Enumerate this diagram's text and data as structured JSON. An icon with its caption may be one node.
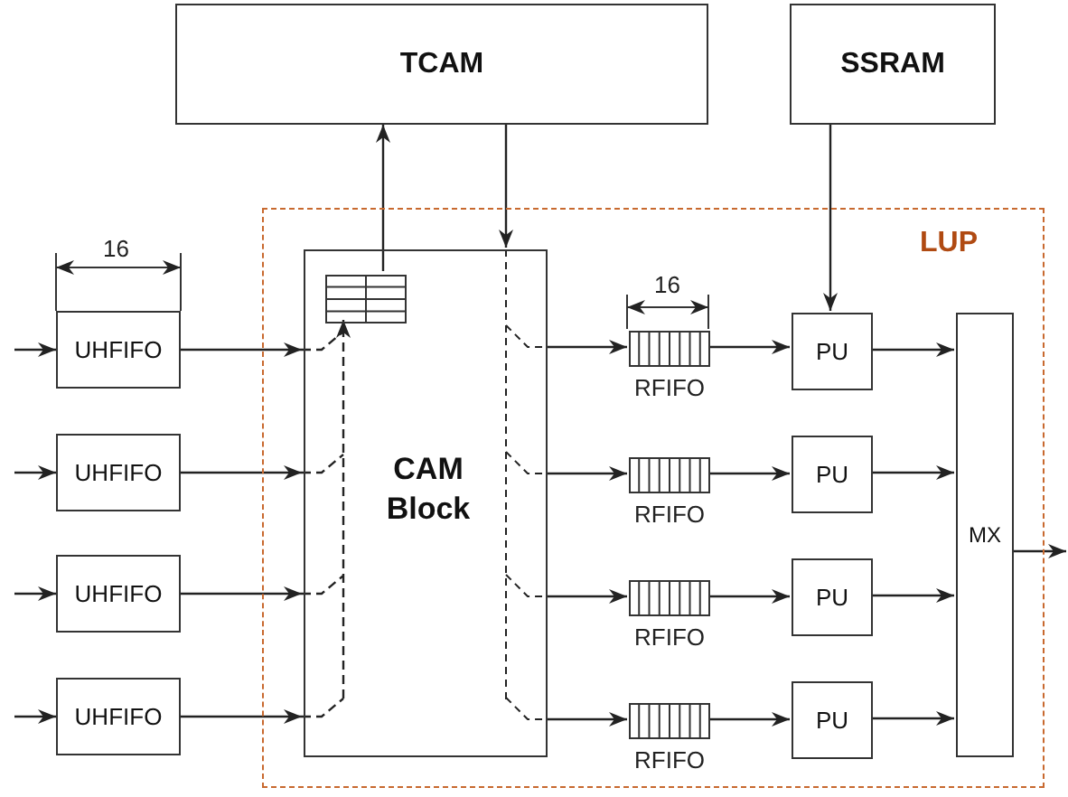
{
  "diagram": {
    "nodes": [
      {
        "text": [
          "TCAM"
        ]
      },
      {
        "text": [
          "SSRAM"
        ]
      },
      {
        "text": [
          "LUP"
        ]
      },
      {
        "text": [
          "CAM Block"
        ],
        "in": 2
      },
      {
        "text": [],
        "shape": "box",
        "in": 3
      },
      {
        "text": [
          "UHFIFO"
        ]
      },
      {
        "text": [
          "UHFIFO"
        ]
      },
      {
        "text": [
          "UHFIFO"
        ]
      },
      {
        "text": [
          "UHFIFO"
        ]
      },
      {
        "text": [
          "RFIFO"
        ],
        "in": 2
      },
      {
        "text": [
          "RFIFO"
        ],
        "in": 2
      },
      {
        "text": [
          "RFIFO"
        ],
        "in": 2
      },
      {
        "text": [
          "RFIFO"
        ],
        "in": 2
      },
      {
        "text": [
          "PU"
        ],
        "in": 2
      },
      {
        "text": [
          "PU"
        ],
        "in": 2
      },
      {
        "text": [
          "PU"
        ],
        "in": 2
      },
      {
        "text": [
          "PU"
        ],
        "in": 2
      },
      {
        "text": [
          "MX"
        ],
        "in": 2
      }
    ],
    "edges": [
      {
        "from": null,
        "to": 5,
        "arrow": "to"
      },
      {
        "from": null,
        "to": 6,
        "arrow": "to"
      },
      {
        "from": null,
        "to": 7,
        "arrow": "to"
      },
      {
        "from": null,
        "to": 8,
        "arrow": "to"
      },
      {
        "from": 5,
        "to": 3,
        "arrow": "to"
      },
      {
        "from": 6,
        "to": 3,
        "arrow": "to"
      },
      {
        "from": 7,
        "to": 3,
        "arrow": "to"
      },
      {
        "from": 8,
        "to": 3,
        "arrow": "to"
      },
      {
        "from": 3,
        "to": 9,
        "arrow": "to"
      },
      {
        "from": 3,
        "to": 10,
        "arrow": "to"
      },
      {
        "from": 3,
        "to": 11,
        "arrow": "to"
      },
      {
        "from": 3,
        "to": 12,
        "arrow": "to"
      },
      {
        "from": 9,
        "to": 13,
        "arrow": "to"
      },
      {
        "from": 10,
        "to": 14,
        "arrow": "to"
      },
      {
        "from": 11,
        "to": 15,
        "arrow": "to"
      },
      {
        "from": 12,
        "to": 16,
        "arrow": "to"
      },
      {
        "from": 13,
        "to": 17,
        "arrow": "to"
      },
      {
        "from": 14,
        "to": 17,
        "arrow": "to"
      },
      {
        "from": 15,
        "to": 17,
        "arrow": "to"
      },
      {
        "from": 16,
        "to": 17,
        "arrow": "to"
      },
      {
        "from": 17,
        "to": null,
        "arrow": "to"
      },
      {
        "from": 1,
        "to": 13,
        "arrow": "to"
      },
      {
        "from": 4,
        "to": 0,
        "arrow": "to"
      },
      {
        "from": 0,
        "to": 3,
        "arrow": "to"
      },
      {
        "from": 3,
        "to": 4,
        "arrow": "to",
        "style": "dashed"
      }
    ],
    "labels": [
      "16",
      "16"
    ]
  }
}
